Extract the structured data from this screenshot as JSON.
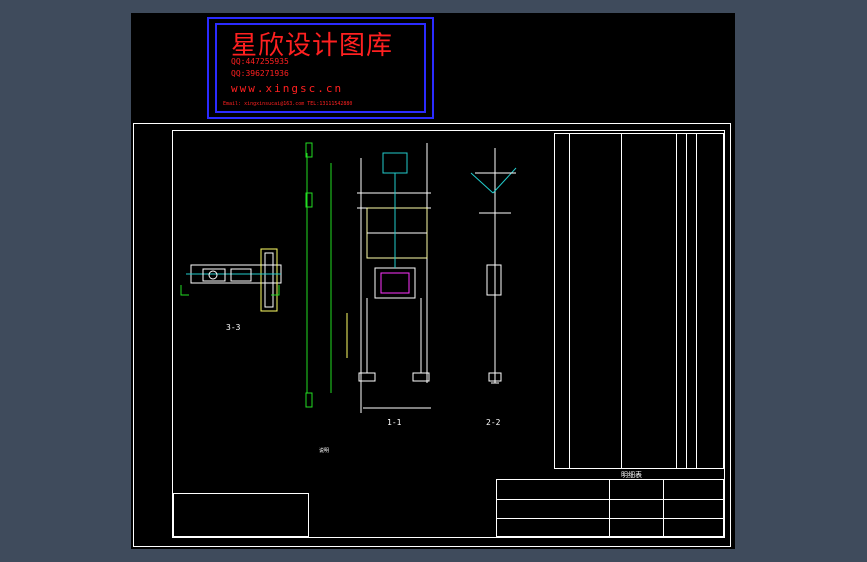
{
  "watermark": {
    "title": "星欣设计图库",
    "qq1": "QQ:447255935",
    "qq2": "QQ:396271936",
    "url": "www.xingsc.cn",
    "email": "Email: xingxinsucai@163.com  TEL:13111542880"
  },
  "drawing": {
    "view_3_3": "3-3",
    "view_1_1": "1-1",
    "view_2_2": "2-2",
    "schedule_title": "明细表",
    "notes_title": "说明"
  },
  "colors": {
    "background": "#3f4b5c",
    "canvas": "#000000",
    "line": "#ffffff",
    "green": "#22dd22",
    "cyan": "#22cccc",
    "magenta": "#ff33ff",
    "watermark": "#ff2020",
    "watermark_border": "#2b2bff"
  }
}
